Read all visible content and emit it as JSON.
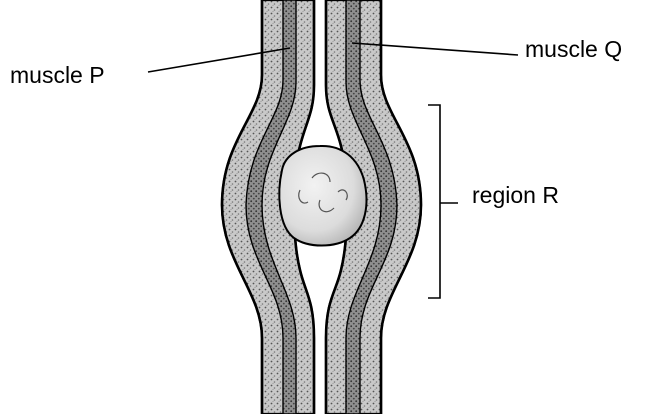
{
  "labels": {
    "muscle_p": "muscle P",
    "muscle_q": "muscle Q",
    "region_r": "region R"
  },
  "colors": {
    "outline": "#000000",
    "muscle_fill": "#bdbdbd",
    "muscle_dark": "#6e6e6e",
    "background": "#ffffff"
  }
}
